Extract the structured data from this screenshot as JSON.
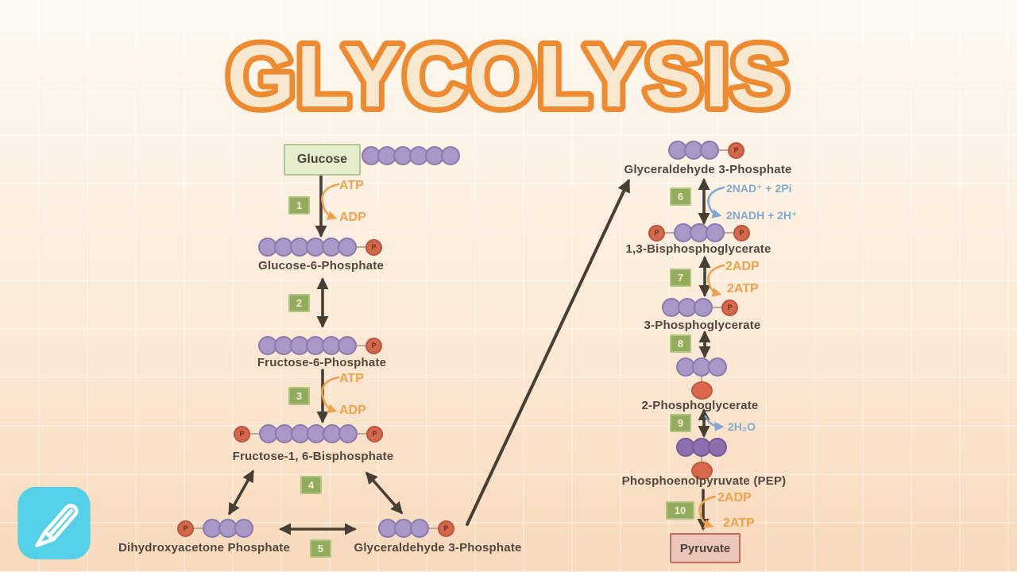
{
  "title": "GLYCOLYSIS",
  "phosphate_label": "P",
  "labels": {
    "glucose": "Glucose",
    "g6p": "Glucose-6-Phosphate",
    "f6p": "Fructose-6-Phosphate",
    "f16bp": "Fructose-1, 6-Bisphosphate",
    "dhap": "Dihydroxyacetone Phosphate",
    "g3p_bottom": "Glyceraldehyde 3-Phosphate",
    "g3p_top": "Glyceraldehyde 3-Phosphate",
    "bpg": "1,3-Bisphosphoglycerate",
    "pg3": "3-Phosphoglycerate",
    "pg2": "2-Phosphoglycerate",
    "pep": "Phosphoenolpyruvate (PEP)",
    "pyruvate": "Pyruvate"
  },
  "steps": [
    {
      "num": "1"
    },
    {
      "num": "2"
    },
    {
      "num": "3"
    },
    {
      "num": "4"
    },
    {
      "num": "5"
    },
    {
      "num": "6"
    },
    {
      "num": "7"
    },
    {
      "num": "8"
    },
    {
      "num": "9"
    },
    {
      "num": "10"
    }
  ],
  "cofactors": {
    "step1_in": "ATP",
    "step1_out": "ADP",
    "step3_in": "ATP",
    "step3_out": "ADP",
    "step6_in": "2NAD⁺ + 2Pi",
    "step6_out": "2NADH + 2H⁺",
    "step7_in": "2ADP",
    "step7_out": "2ATP",
    "step9_out": "2H₂O",
    "step10_in": "2ADP",
    "step10_out": "2ATP"
  },
  "molecules": {
    "glucose": {
      "units": 6,
      "p_left": false,
      "p_right": false,
      "p_below": false,
      "dark": false
    },
    "g6p": {
      "units": 6,
      "p_left": false,
      "p_right": true,
      "p_below": false,
      "dark": false
    },
    "f6p": {
      "units": 6,
      "p_left": false,
      "p_right": true,
      "p_below": false,
      "dark": false
    },
    "f16bp": {
      "units": 6,
      "p_left": true,
      "p_right": true,
      "p_below": false,
      "dark": false
    },
    "dhap": {
      "units": 3,
      "p_left": true,
      "p_right": false,
      "p_below": false,
      "dark": false
    },
    "g3p_bottom": {
      "units": 3,
      "p_left": false,
      "p_right": true,
      "p_below": false,
      "dark": false
    },
    "g3p_top": {
      "units": 3,
      "p_left": false,
      "p_right": true,
      "p_below": false,
      "dark": false
    },
    "bpg": {
      "units": 3,
      "p_left": true,
      "p_right": true,
      "p_below": false,
      "dark": false
    },
    "pg3": {
      "units": 3,
      "p_left": false,
      "p_right": true,
      "p_below": false,
      "dark": false
    },
    "pg2": {
      "units": 3,
      "p_left": false,
      "p_right": false,
      "p_below": true,
      "dark": false
    },
    "pep": {
      "units": 3,
      "p_left": false,
      "p_right": false,
      "p_below": true,
      "dark": true
    }
  },
  "icons": {
    "pencil": "pencil-icon"
  },
  "colors": {
    "title_outline": "#ee8a2f",
    "title_fill": "#f9e8d0",
    "cofactor_orange": "#efa24e",
    "cofactor_blue": "#82a9cf",
    "step_green": "#93ab5c",
    "circle_purple": "#a897c7",
    "circle_purple_dark": "#8d6fae",
    "phosphate_red": "#d4684b",
    "arrow_dark": "#473e34",
    "glucose_box_bg": "#e6edcd",
    "pyruvate_box_bg": "#edc6ba",
    "pencil_badge_bg": "#55d0e9"
  }
}
